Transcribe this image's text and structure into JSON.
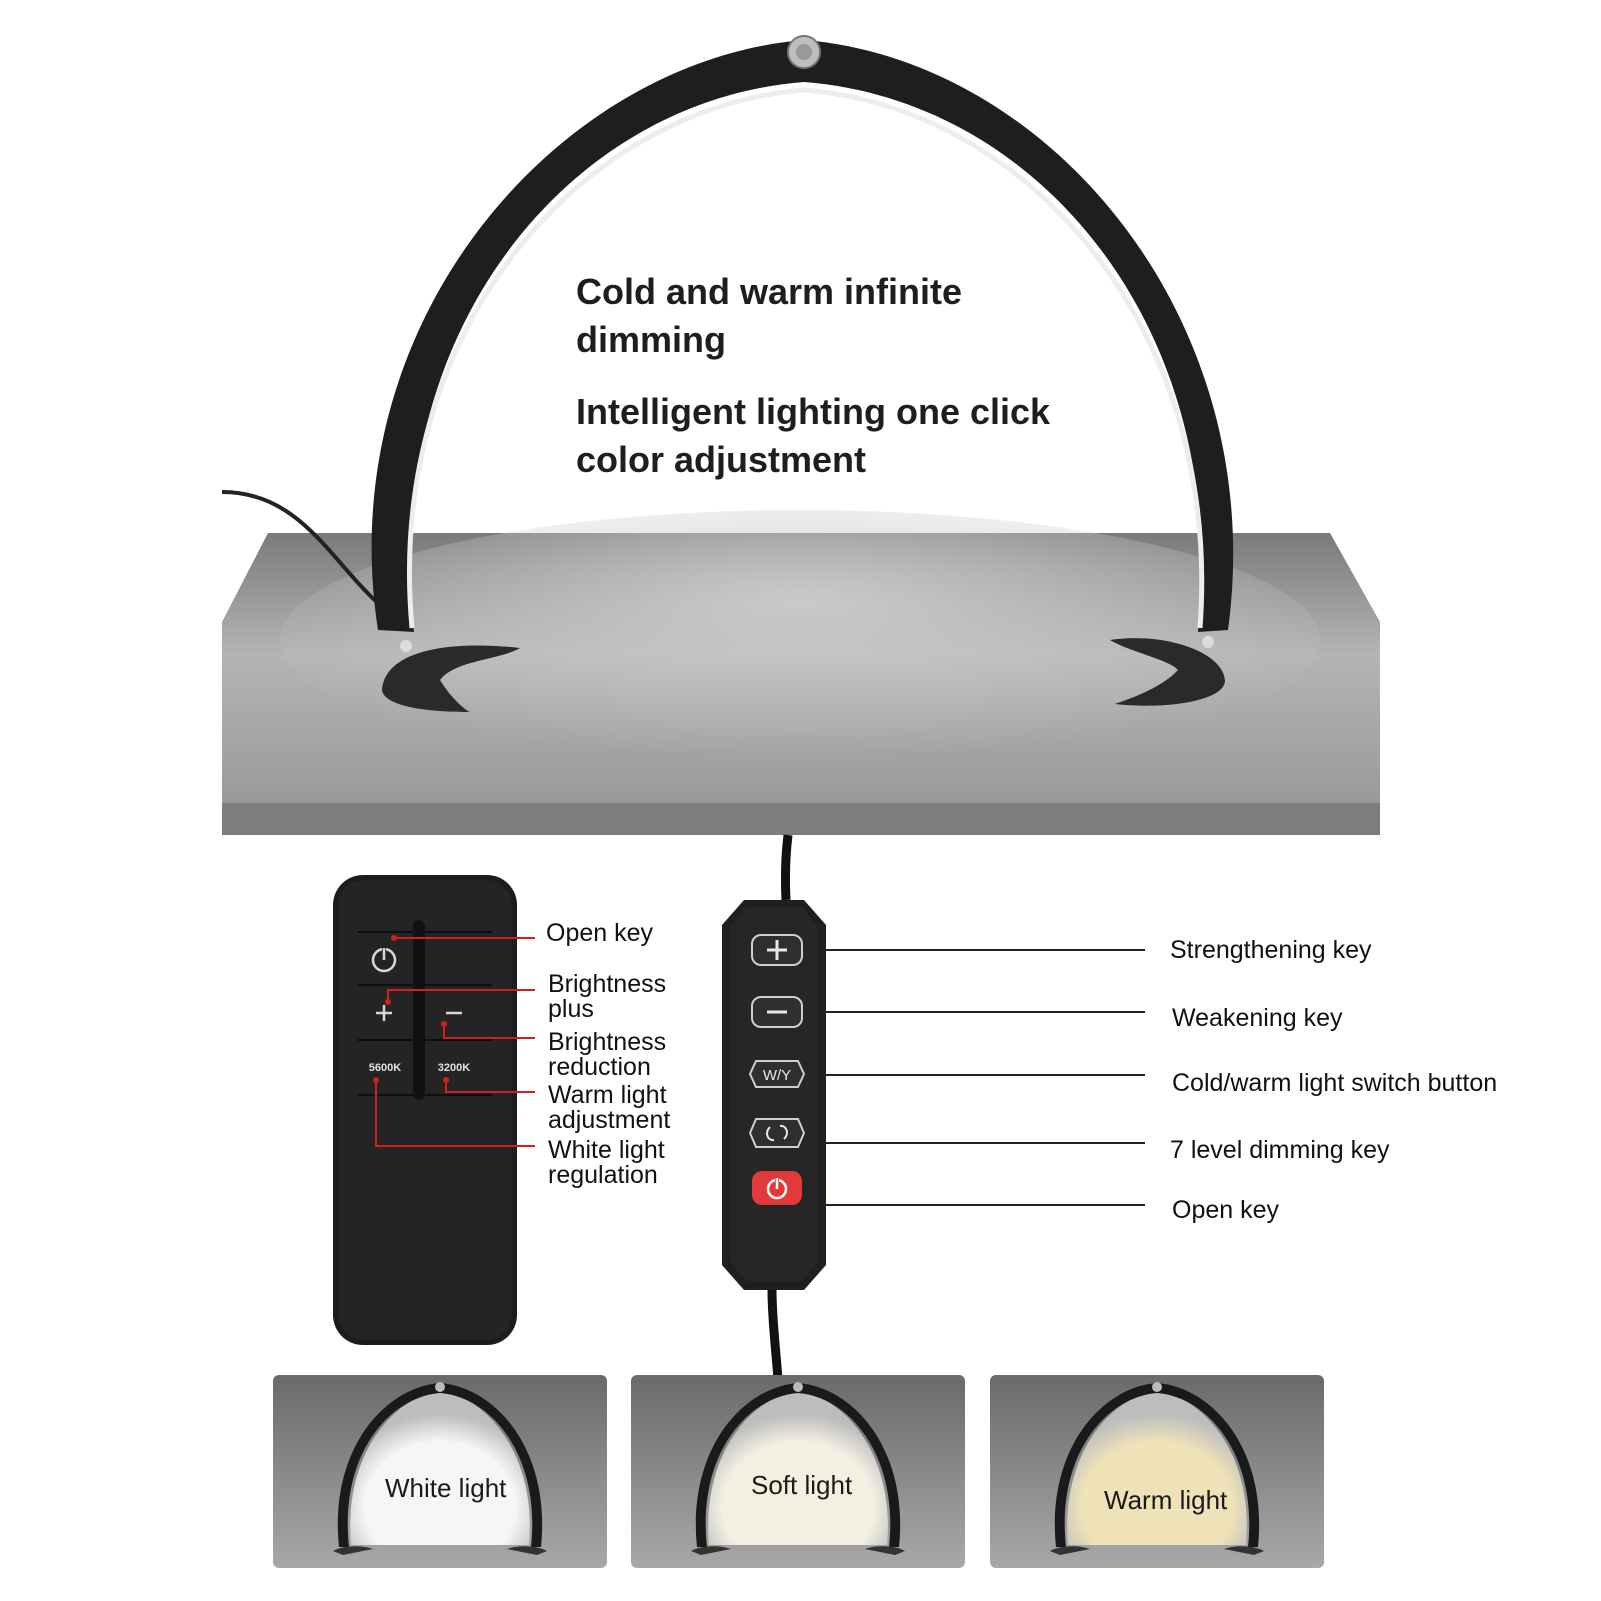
{
  "headline": {
    "line1": "Cold and warm infinite",
    "line2": "dimming",
    "line3": "Intelligent lighting one click",
    "line4": "color adjustment"
  },
  "remote": {
    "btn_5600": "5600K",
    "btn_3200": "3200K",
    "labels": {
      "open_key": "Open key",
      "brightness_plus_1": "Brightness",
      "brightness_plus_2": "plus",
      "brightness_reduction_1": "Brightness",
      "brightness_reduction_2": "reduction",
      "warm_light_1": "Warm light",
      "warm_light_2": "adjustment",
      "white_light_1": "White light",
      "white_light_2": "regulation"
    }
  },
  "inline_controller": {
    "btn_wy": "W/Y",
    "labels": {
      "strengthening": "Strengthening key",
      "weakening": "Weakening key",
      "switch": "Cold/warm light switch button",
      "dimming": "7 level dimming key",
      "open": "Open key"
    }
  },
  "tiles": [
    {
      "label": "White light",
      "glow": "#f4f6f8"
    },
    {
      "label": "Soft light",
      "glow": "#f3f0e2"
    },
    {
      "label": "Warm light",
      "glow": "#efe2b8"
    }
  ]
}
